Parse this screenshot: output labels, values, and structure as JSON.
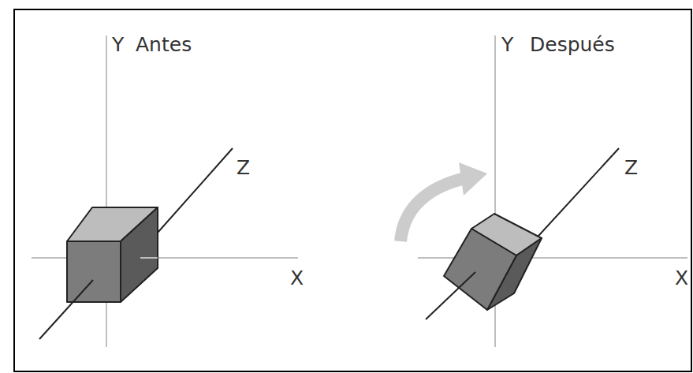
{
  "diagram": {
    "labels": [
      "Y",
      "Antes",
      "Z",
      "X",
      "Y",
      "Después",
      "Z",
      "X"
    ]
  }
}
